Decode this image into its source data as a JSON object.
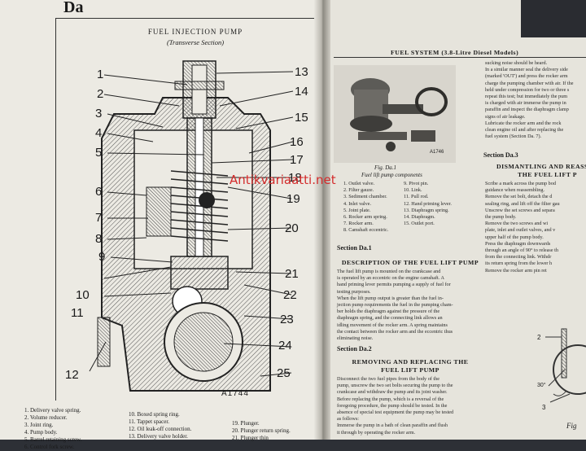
{
  "left_page": {
    "section_mark": "Da",
    "figure_title": "FUEL INJECTION PUMP",
    "figure_subtitle": "(Transverse Section)",
    "figure_number": "A1744",
    "callouts": [
      "1",
      "2",
      "3",
      "4",
      "5",
      "6",
      "7",
      "8",
      "9",
      "10",
      "11",
      "12",
      "13",
      "14",
      "15",
      "16",
      "17",
      "18",
      "19",
      "20",
      "21",
      "22",
      "23",
      "24",
      "25"
    ],
    "legend_col1": [
      "1.  Delivery valve spring.",
      "2.  Volume reducer.",
      "3.  Joint ring.",
      "4.  Pump body.",
      "5.  Barrel retaining screw.",
      "6.  Control fork screw."
    ],
    "legend_col2": [
      "10.  Boxed spring ring.",
      "11.  Tappet spacer.",
      "12.  Oil leak-off connection.",
      "13.  Delivery valve holder."
    ],
    "legend_col3": [
      "19.  Plunger.",
      "20.  Plunger return spring.",
      "21.  Plunger thin"
    ]
  },
  "right_page": {
    "running_head": "FUEL SYSTEM (3.8-Litre Diesel Models)",
    "fig_caption": "Fig. Da.1",
    "fig_subcaption": "Fuel lift pump components",
    "fig_photo_code": "A1746",
    "parts_col1": [
      "1. Outlet valve.",
      "2. Filter gauze.",
      "3. Sediment chamber.",
      "4. Inlet valve.",
      "5. Joint plate.",
      "6. Rocker arm spring.",
      "7. Rocker arm.",
      "8. Camshaft eccentric."
    ],
    "parts_col2": [
      "9. Pivot pin.",
      "10. Link.",
      "11. Pull rod.",
      "12. Hand priming lever.",
      "13. Diaphragm spring.",
      "14. Diaphragm.",
      "15. Outlet port."
    ],
    "section1_label": "Section Da.1",
    "section1_heading": "DESCRIPTION OF THE FUEL LIFT PUMP",
    "section1_text": [
      "The fuel lift pump is mounted on the crankcase and",
      "is operated by an eccentric on the engine camshaft.  A",
      "hand priming lever permits pumping a supply of fuel for",
      "testing purposes.",
      "When the lift pump output is greater than the fuel in-",
      "jection pump requirements the fuel in the pumping cham-",
      "ber holds the diaphragm against the pressure of the",
      "diaphragm spring, and the connecting link allows an",
      "idling movement of the rocker arm.  A spring maintains",
      "the contact between the rocker arm and the eccentric thus",
      "eliminating noise."
    ],
    "section2_label": "Section Da.2",
    "section2_heading_1": "REMOVING AND REPLACING THE",
    "section2_heading_2": "FUEL LIFT PUMP",
    "section2_text": [
      "Disconnect the two fuel pipes from the body of the",
      "pump, unscrew the two set bolts securing the pump to the",
      "crankcase and withdraw the pump and its joint washer.",
      "Before replacing the pump, which is a reversal of the",
      "foregoing procedure, the pump should be tested.  In the",
      "absence of special test equipment the pump may be tested",
      "as follows:",
      "Immerse the pump in a bath of clean paraffin and flush",
      "it through by operating the rocker arm."
    ],
    "col2_text_top": [
      "sucking noise should be heard.",
      "In a similar manner seal the delivery side",
      "(marked 'OUT') and press the rocker arm",
      "charge the pumping chamber with air.  If the",
      "held under compression for two or three s",
      "repeat this test; but immediately the pum",
      "is charged with air immerse the pump in",
      "paraffin and inspect the diaphragm clamp",
      "signs of air leakage.",
      "Lubricate the rocker arm and the rock",
      "clean engine oil and after replacing the",
      "fuel system (Section Da. 7)."
    ],
    "section3_label": "Section Da.3",
    "section3_heading_1": "DISMANTLING AND REASS",
    "section3_heading_2": "THE FUEL LIFT P",
    "col2_text_bottom": [
      "Scribe a mark across the pump bod",
      "guidance when reassembling.",
      "Remove the set bolt, detach the d",
      "sealing ring, and lift off the filter gau",
      "Unscrew the set screws and separa",
      "the pump body.",
      "Remove the two screws and wi",
      "plate, inlet and outlet valves, and v",
      "upper half of the pump body.",
      "Press the diaphragm downwards",
      "through an angle of 90° to release th",
      "from the connecting link.  Withdr",
      "its return spring from the lower h",
      "Remove the rocker arm pin ret"
    ],
    "mini_fig_labels": [
      "2",
      "3",
      "30°"
    ],
    "mini_fig_caption": "Fig"
  },
  "watermark": "Antikvariaatti.net"
}
